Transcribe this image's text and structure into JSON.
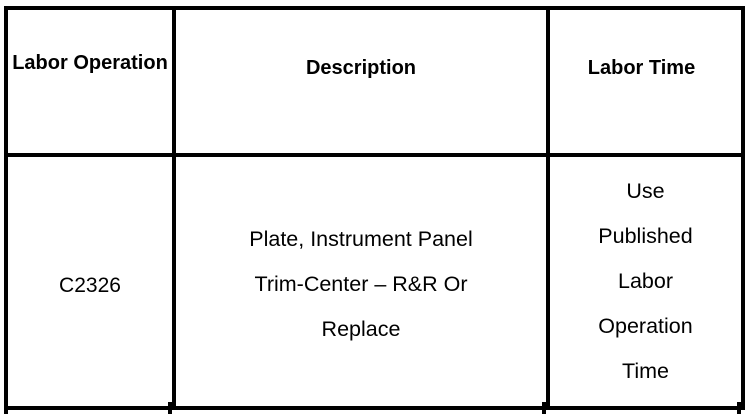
{
  "table": {
    "columns": [
      {
        "id": "labor-operation",
        "header_lines": [
          "Labor",
          "Operation"
        ]
      },
      {
        "id": "description",
        "header_lines": [
          "Description"
        ]
      },
      {
        "id": "labor-time",
        "header_lines": [
          "Labor Time"
        ]
      }
    ],
    "headers": {
      "labor_operation_line1": "Labor",
      "labor_operation_line2": "Operation",
      "description": "Description",
      "labor_time": "Labor Time"
    },
    "rows": [
      {
        "labor_operation": "C2326",
        "description_lines": {
          "line1": "Plate, Instrument Panel",
          "line2": "Trim-Center – R&R Or",
          "line3": "Replace"
        },
        "labor_time_lines": {
          "line1": "Use",
          "line2": "Published",
          "line3": "Labor",
          "line4": "Operation",
          "line5": "Time"
        }
      }
    ]
  },
  "style": {
    "border_color": "#000000",
    "background_color": "#ffffff",
    "text_color": "#000000"
  }
}
